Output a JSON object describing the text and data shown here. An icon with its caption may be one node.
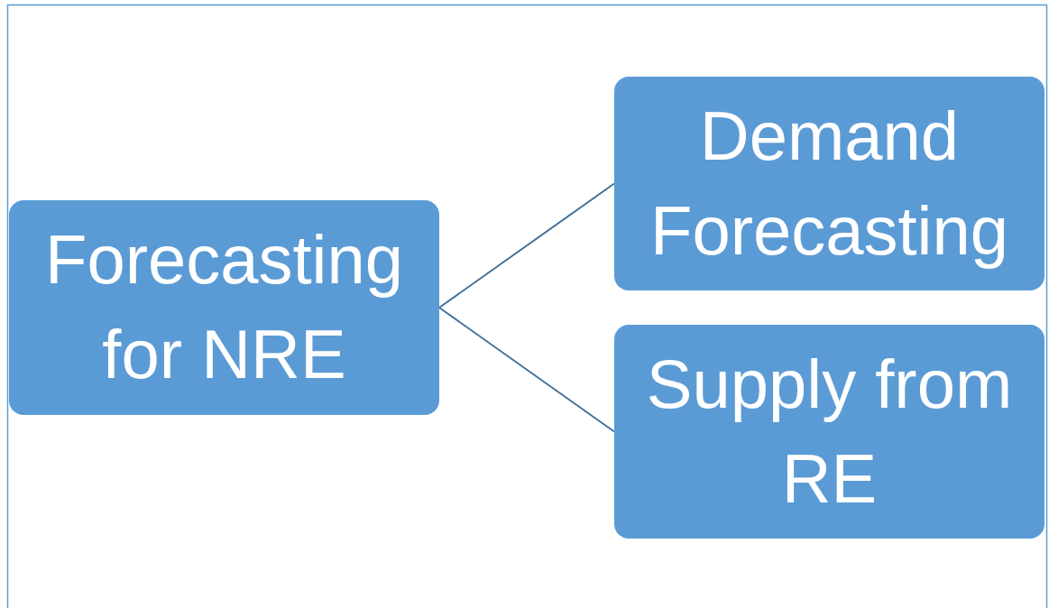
{
  "diagram": {
    "nodes": [
      {
        "text": [
          "Forecasting for NRE"
        ]
      },
      {
        "text": [
          "Demand Forecasting"
        ]
      },
      {
        "text": [
          "Supply from RE"
        ]
      }
    ],
    "edges": [
      {
        "from": 0,
        "to": 1,
        "arrow": "none"
      },
      {
        "from": 0,
        "to": 2,
        "arrow": "none"
      }
    ]
  }
}
